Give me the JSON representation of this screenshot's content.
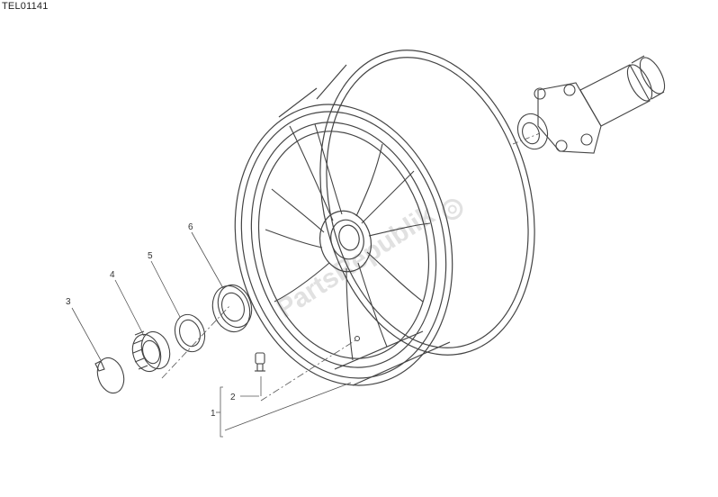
{
  "reference_code": "TEL01141",
  "watermark": {
    "text": "PartsRepublik",
    "color": "#c9c9c9"
  },
  "callouts": [
    {
      "id": "1",
      "label": "1"
    },
    {
      "id": "2",
      "label": "2"
    },
    {
      "id": "3",
      "label": "3"
    },
    {
      "id": "4",
      "label": "4"
    },
    {
      "id": "5",
      "label": "5"
    },
    {
      "id": "6",
      "label": "6"
    }
  ],
  "colors": {
    "line": "#444444",
    "leader": "#555555"
  }
}
